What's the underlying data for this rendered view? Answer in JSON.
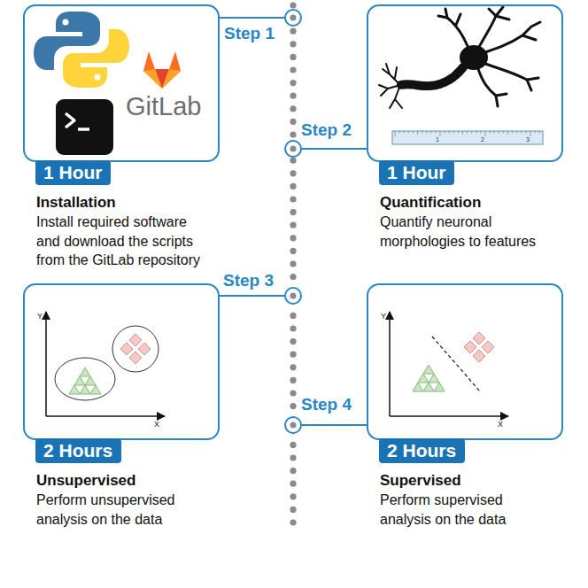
{
  "diagram": {
    "nodes": [
      {
        "text": [
          "Installation",
          "Install required software and download the scripts from the GitLab repository"
        ]
      },
      {
        "text": [
          "1 Hour"
        ],
        "in": 0
      },
      {
        "text": [
          "Quantification",
          "Quantify neuronal morphologies to features"
        ]
      },
      {
        "text": [
          "1 Hour"
        ],
        "in": 2
      },
      {
        "text": [
          "Unsupervised",
          "Perform unsupervised analysis on the data"
        ]
      },
      {
        "text": [
          "2 Hours"
        ],
        "in": 4
      },
      {
        "text": [
          "Supervised",
          "Perform supervised analysis on the data"
        ]
      },
      {
        "text": [
          "2 Hours"
        ],
        "in": 6
      }
    ],
    "edges": [],
    "labels": [
      "Step 1",
      "Step 2",
      "Step 3",
      "Step 4",
      "GitLab",
      "1",
      "2",
      "3",
      "Y",
      "X",
      "Y",
      "X"
    ]
  }
}
